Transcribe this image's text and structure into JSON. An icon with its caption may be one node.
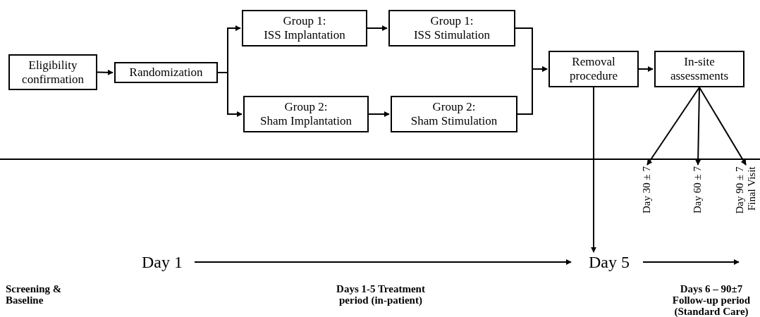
{
  "diagram": {
    "nodes": [
      {
        "text": [
          "Eligibility confirmation"
        ]
      },
      {
        "text": [
          "Randomization"
        ]
      },
      {
        "text": [
          "Group 1:",
          "ISS Implantation"
        ]
      },
      {
        "text": [
          "Group 1:",
          "ISS Stimulation"
        ]
      },
      {
        "text": [
          "Group 2:",
          "Sham Implantation"
        ]
      },
      {
        "text": [
          "Group 2:",
          "Sham Stimulation"
        ]
      },
      {
        "text": [
          "Removal procedure"
        ]
      },
      {
        "text": [
          "In-site assessments"
        ]
      },
      {
        "text": [
          "Day 1"
        ]
      },
      {
        "text": [
          "Day 5"
        ]
      },
      {
        "text": [
          "Day 30 ± 7"
        ]
      },
      {
        "text": [
          "Day 60 ± 7"
        ]
      },
      {
        "text": [
          "Day 90 ± 7 Final Visit"
        ]
      }
    ],
    "edges": [
      {
        "from": 0,
        "to": 1,
        "arrow": "to"
      },
      {
        "from": 1,
        "to": 2,
        "arrow": "to"
      },
      {
        "from": 1,
        "to": 4,
        "arrow": "to"
      },
      {
        "from": 2,
        "to": 3,
        "arrow": "to"
      },
      {
        "from": 4,
        "to": 5,
        "arrow": "to"
      },
      {
        "from": 3,
        "to": 6,
        "arrow": "to"
      },
      {
        "from": 5,
        "to": 6,
        "arrow": "to"
      },
      {
        "from": 6,
        "to": 7,
        "arrow": "to"
      },
      {
        "from": 6,
        "to": 9,
        "arrow": "to"
      },
      {
        "from": 7,
        "to": 10,
        "arrow": "to"
      },
      {
        "from": 7,
        "to": 11,
        "arrow": "to"
      },
      {
        "from": 7,
        "to": 12,
        "arrow": "to"
      },
      {
        "from": 8,
        "to": 9,
        "arrow": "to"
      },
      {
        "from": 9,
        "to": null,
        "arrow": "to"
      }
    ],
    "labels": [
      "Screening & Baseline",
      "Days 1-5 Treatment period (in-patient)",
      "Days 6 – 90±7 Follow-up period (Standard Care)"
    ]
  }
}
